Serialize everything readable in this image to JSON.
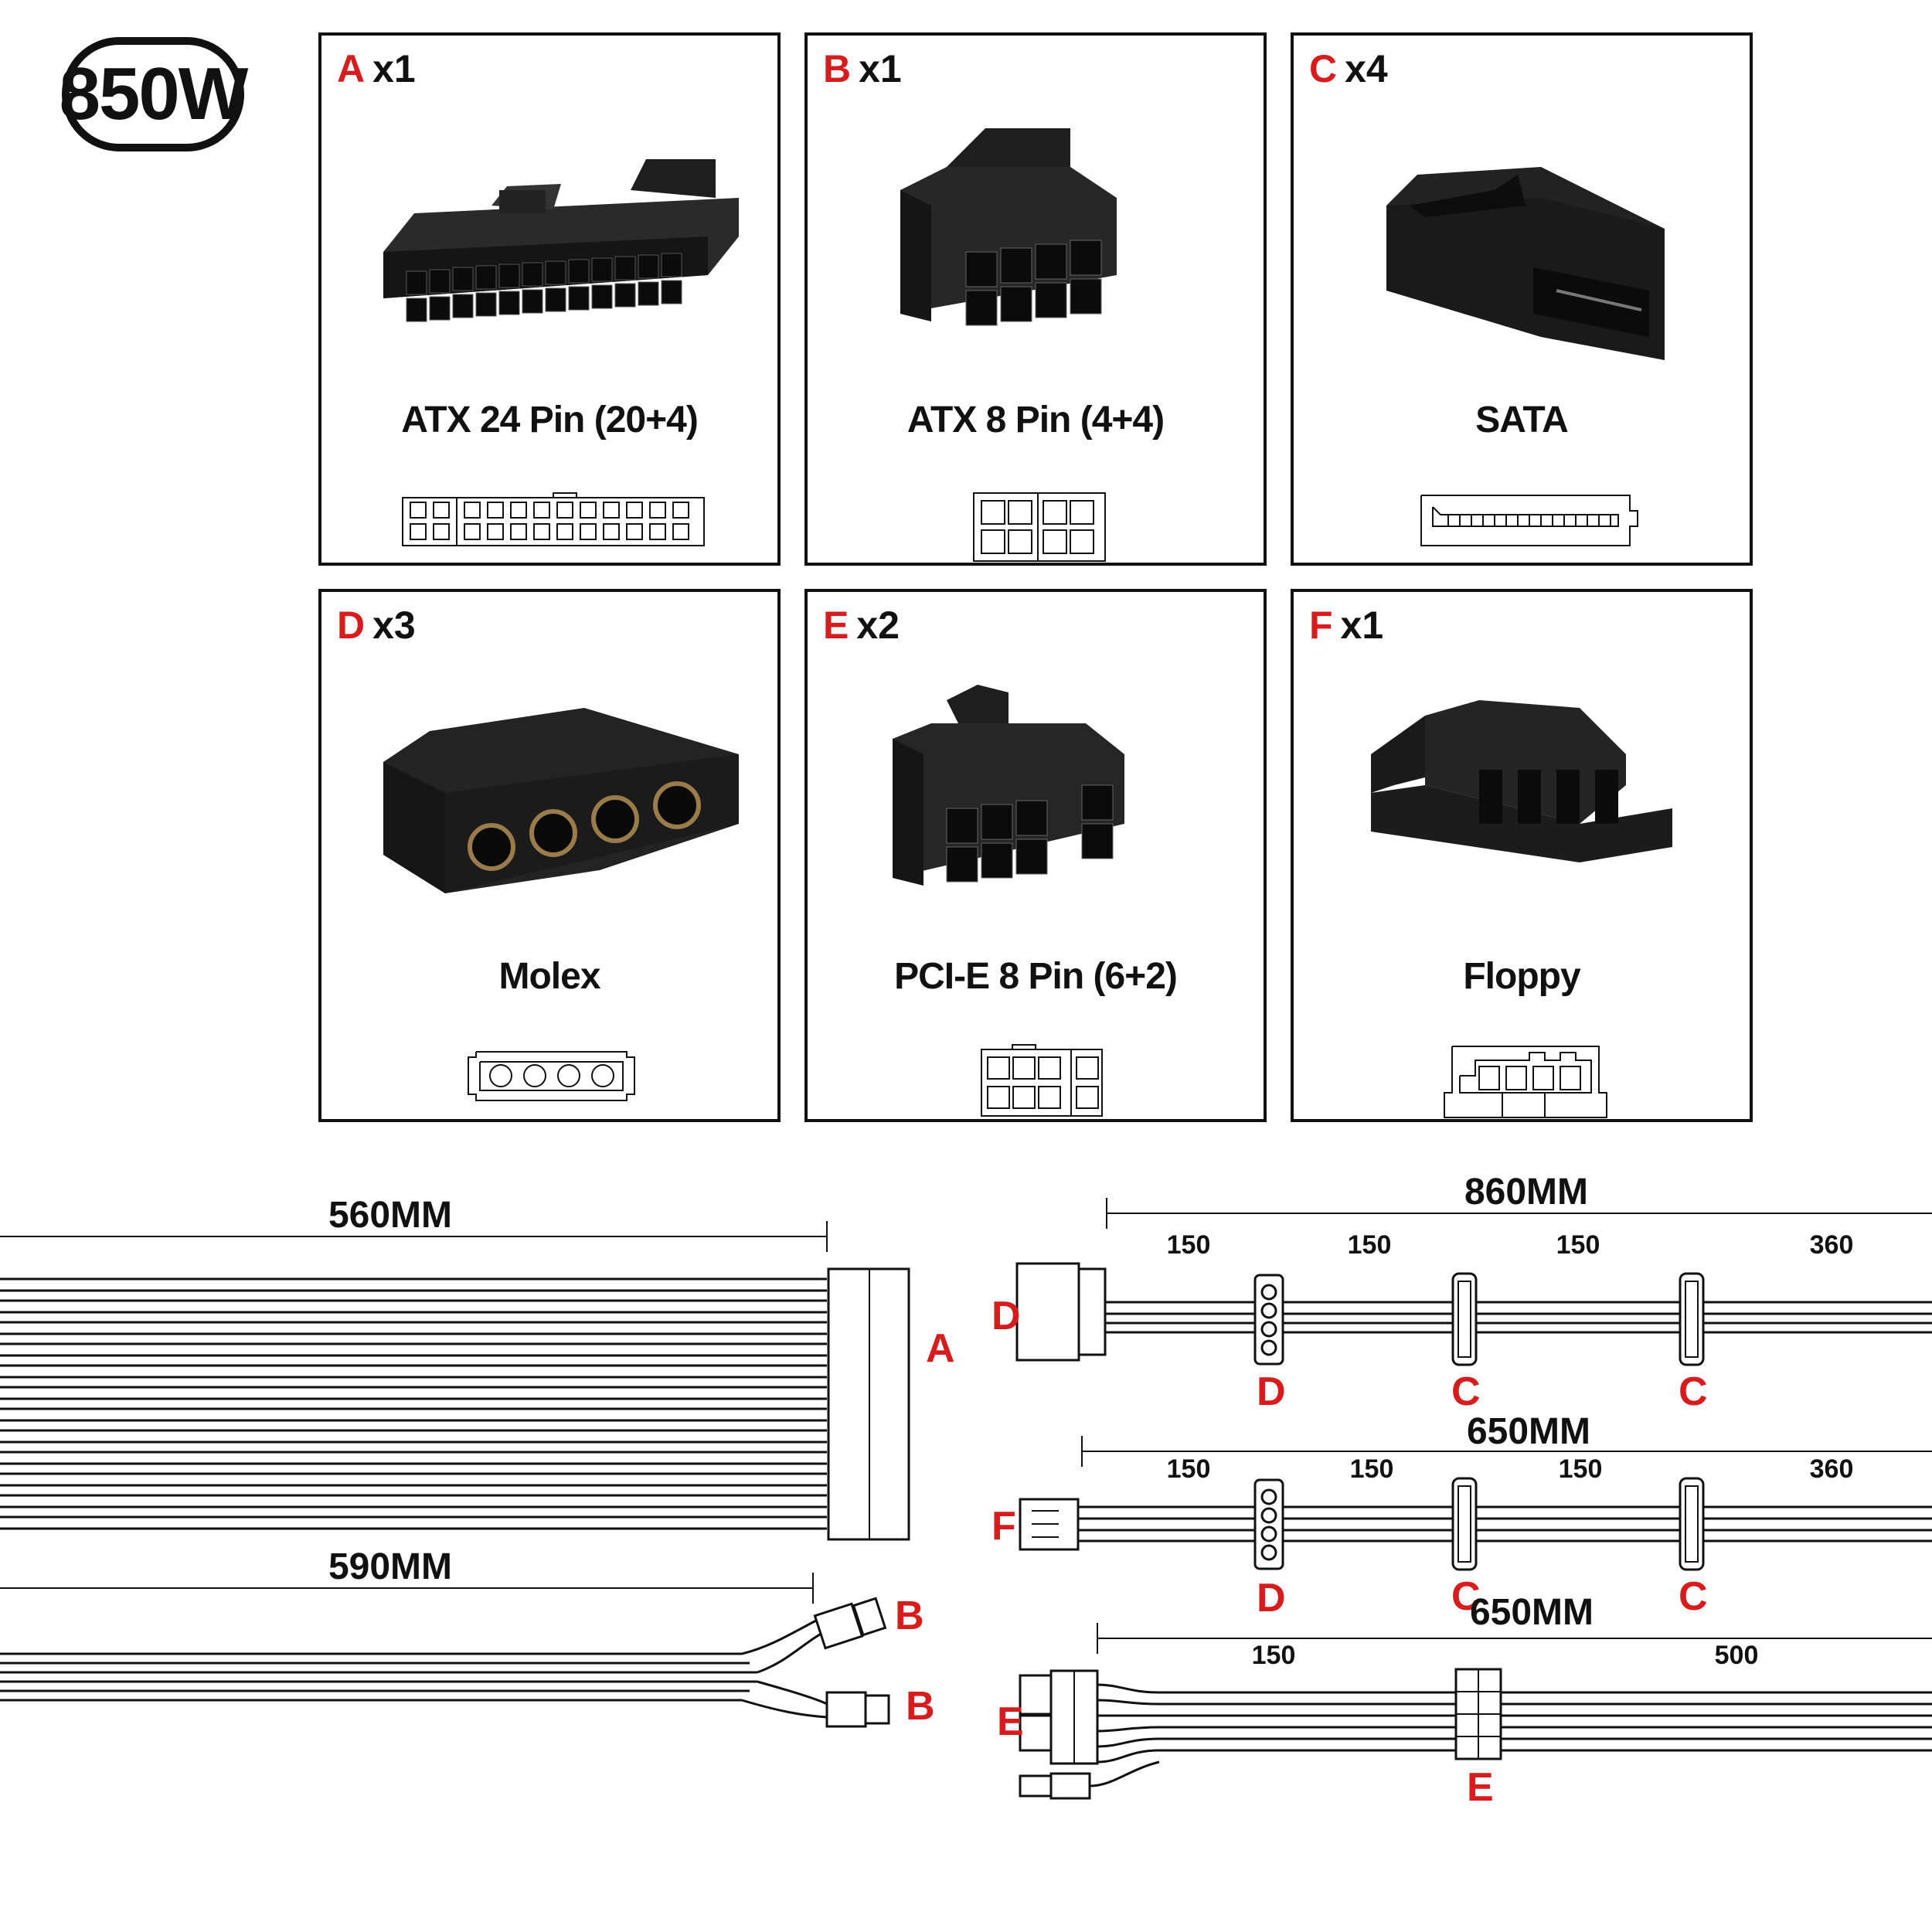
{
  "wattage": "850W",
  "connectors": [
    {
      "letter": "A",
      "qty": "x1",
      "name": "ATX 24 Pin (20+4)"
    },
    {
      "letter": "B",
      "qty": "x1",
      "name": "ATX 8 Pin (4+4)"
    },
    {
      "letter": "C",
      "qty": "x4",
      "name": "SATA"
    },
    {
      "letter": "D",
      "qty": "x3",
      "name": "Molex"
    },
    {
      "letter": "E",
      "qty": "x2",
      "name": "PCI-E 8 Pin (6+2)"
    },
    {
      "letter": "F",
      "qty": "x1",
      "name": "Floppy"
    }
  ],
  "cables": {
    "atx24": {
      "length": "560MM",
      "label": "A"
    },
    "cpu8": {
      "length": "590MM",
      "labels": [
        "B",
        "B"
      ]
    },
    "molex_sata": {
      "length": "860MM",
      "segments": [
        "150",
        "150",
        "150",
        "360"
      ],
      "labels": [
        "D",
        "D",
        "C",
        "C"
      ]
    },
    "floppy_sata": {
      "length": "650MM",
      "segments": [
        "150",
        "150",
        "150",
        "360"
      ],
      "labels": [
        "F",
        "D",
        "C",
        "C"
      ]
    },
    "pcie": {
      "length": "650MM",
      "segments": [
        "150",
        "500"
      ],
      "labels": [
        "E",
        "E"
      ]
    }
  },
  "colors": {
    "accent": "#d61c1c",
    "ink": "#111111",
    "connector": "#1a1a1a"
  }
}
